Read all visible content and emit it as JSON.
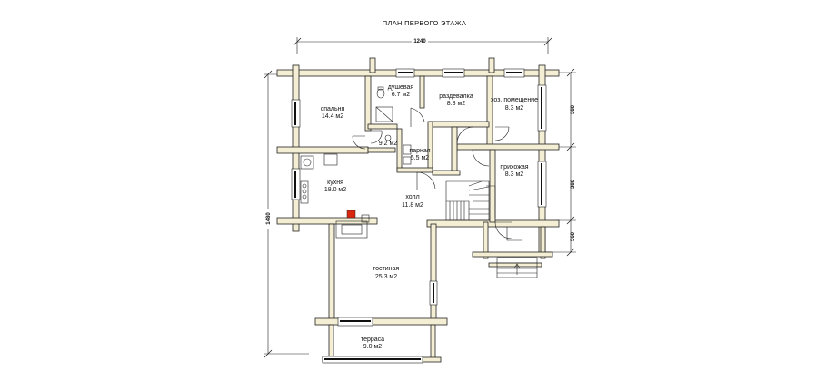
{
  "plan": {
    "title": "ПЛАН ПЕРВОГО ЭТАЖА",
    "dimensions": {
      "overall_width": "1240",
      "overall_height": "1480",
      "right_1": "380",
      "right_2": "380",
      "right_3": "560"
    },
    "rooms": {
      "bedroom": {
        "name": "спальня",
        "area": "14.4 м2"
      },
      "shower": {
        "name": "душевая",
        "area": "6.7 м2"
      },
      "dressing": {
        "name": "раздевалка",
        "area": "8.8 м2"
      },
      "utility": {
        "name": "хоз. помещение",
        "area": "8.3 м2"
      },
      "wc": {
        "area": "9.2 м2"
      },
      "steam": {
        "name": "парная",
        "area": "5.5 м2"
      },
      "hallway": {
        "name": "прихожая",
        "area": "8.3 м2"
      },
      "kitchen": {
        "name": "кухня",
        "area": "18.0 м2"
      },
      "hall": {
        "name": "холл",
        "area": "11.8 м2"
      },
      "living": {
        "name": "гостиная",
        "area": "25.3 м2"
      },
      "terrace": {
        "name": "терраса",
        "area": "9.0 м2"
      }
    }
  }
}
